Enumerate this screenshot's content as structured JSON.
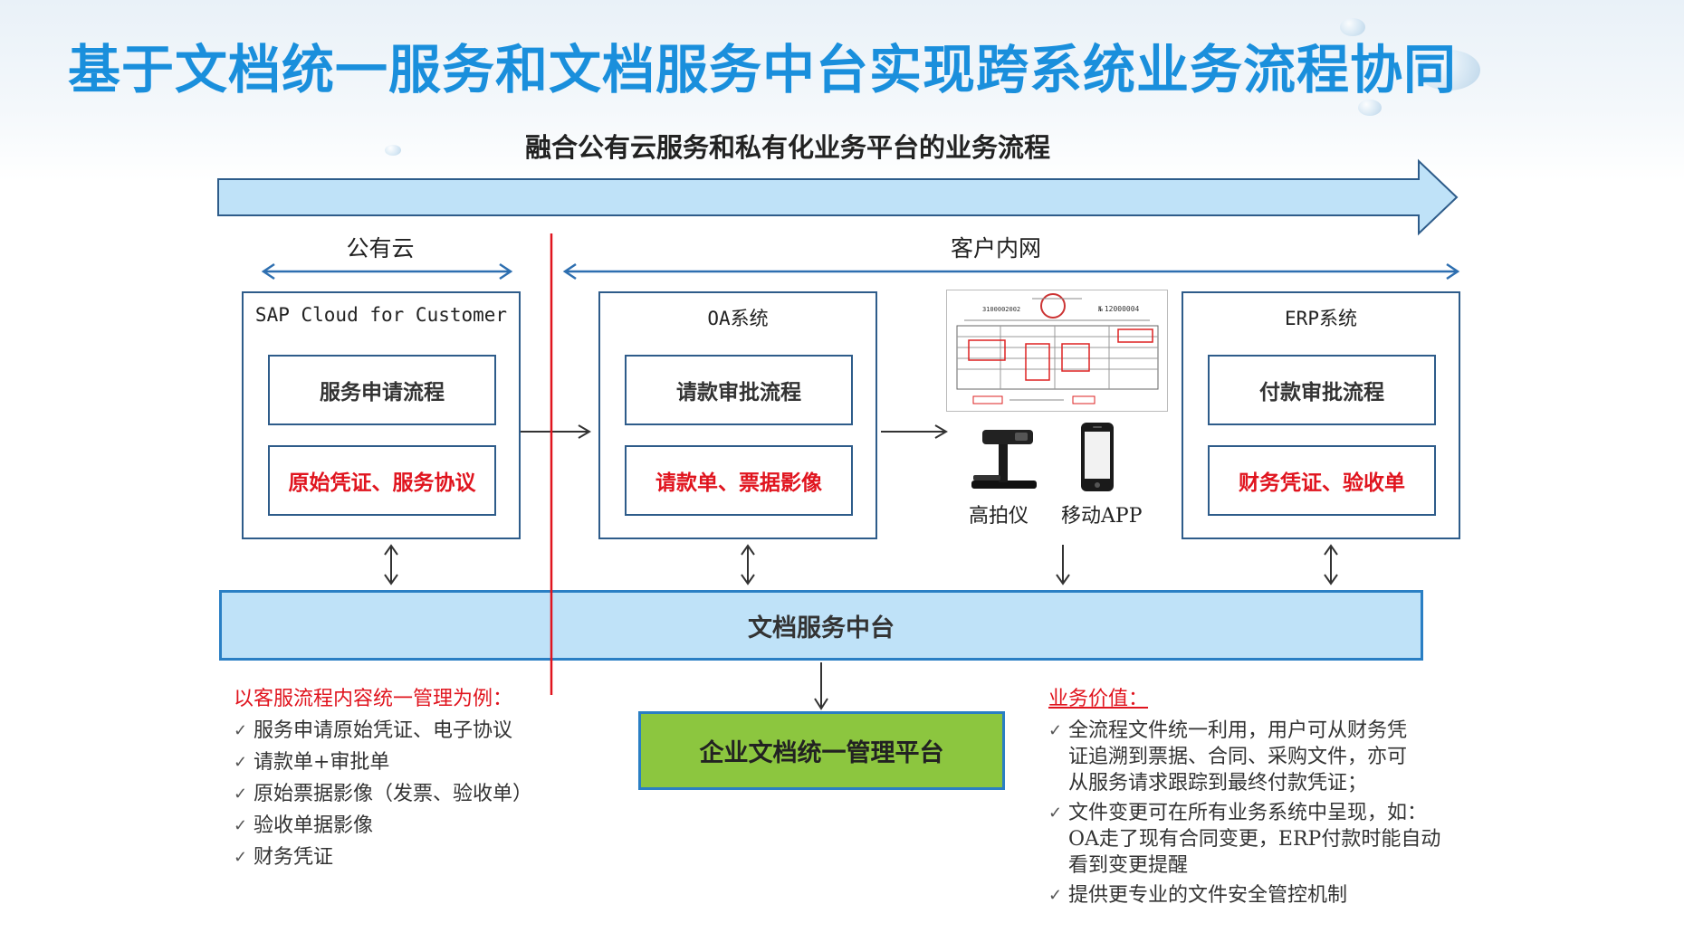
{
  "title": "基于文档统一服务和文档服务中台实现跨系统业务流程协同",
  "subtitle": "融合公有云服务和私有化业务平台的业务流程",
  "zones": {
    "public_cloud": "公有云",
    "intranet": "客户内网"
  },
  "systems": {
    "sap": {
      "title": "SAP Cloud for Customer",
      "process": "服务申请流程",
      "docs": "原始凭证、服务协议"
    },
    "oa": {
      "title": "OA系统",
      "process": "请款审批流程",
      "docs": "请款单、票据影像"
    },
    "erp": {
      "title": "ERP系统",
      "process": "付款审批流程",
      "docs": "财务凭证、验收单"
    }
  },
  "devices": {
    "scanner": "高拍仪",
    "mobile": "移动APP"
  },
  "invoice": {
    "no_prefix": "№",
    "no": "12000004",
    "code": "3100002002"
  },
  "middle_platform": "文档服务中台",
  "enterprise_platform": "企业文档统一管理平台",
  "left_notes": {
    "heading": "以客服流程内容统一管理为例：",
    "items": [
      "服务申请原始凭证、电子协议",
      "请款单+审批单",
      "原始票据影像（发票、验收单）",
      "验收单据影像",
      "财务凭证"
    ]
  },
  "business_value": {
    "heading": "业务价值：",
    "items": [
      [
        "全流程文件统一利用，用户可从财务凭",
        "证追溯到票据、合同、采购文件，亦可",
        "从服务请求跟踪到最终付款凭证；"
      ],
      [
        "文件变更可在所有业务系统中呈现，如：",
        "OA走了现有合同变更，ERP付款时能自动",
        "看到变更提醒"
      ],
      [
        "提供更专业的文件安全管控机制"
      ]
    ]
  },
  "colors": {
    "title": "#1a8fdc",
    "accent_red": "#e0141e",
    "frame": "#2e5c8a",
    "platform_fill": "#bfe2f8",
    "enterprise_fill": "#8cc63f"
  }
}
